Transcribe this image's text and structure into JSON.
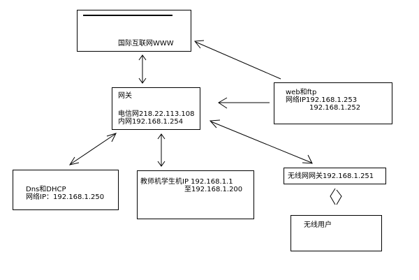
{
  "nodes": {
    "internet": {
      "label": "国际互联网WWW"
    },
    "gateway": {
      "title": "网关",
      "telecom": "电信网218.22.113.108",
      "lan": "内网192.168.1.254"
    },
    "web_ftp": {
      "title": "web和ftp",
      "ip_line1": "网络IP192.168.1.253",
      "ip_line2": "192.168.1.252"
    },
    "dns_dhcp": {
      "title": "Dns和DHCP",
      "ip": "网络IP：192.168.1.250"
    },
    "pcs": {
      "line1": "教师机学生机IP 192.168.1.1",
      "line2": "至192.168.1.200"
    },
    "wifi_gateway": {
      "label": "无线网网关192.168.1.251"
    },
    "wifi_users": {
      "label": "无线用户"
    }
  }
}
